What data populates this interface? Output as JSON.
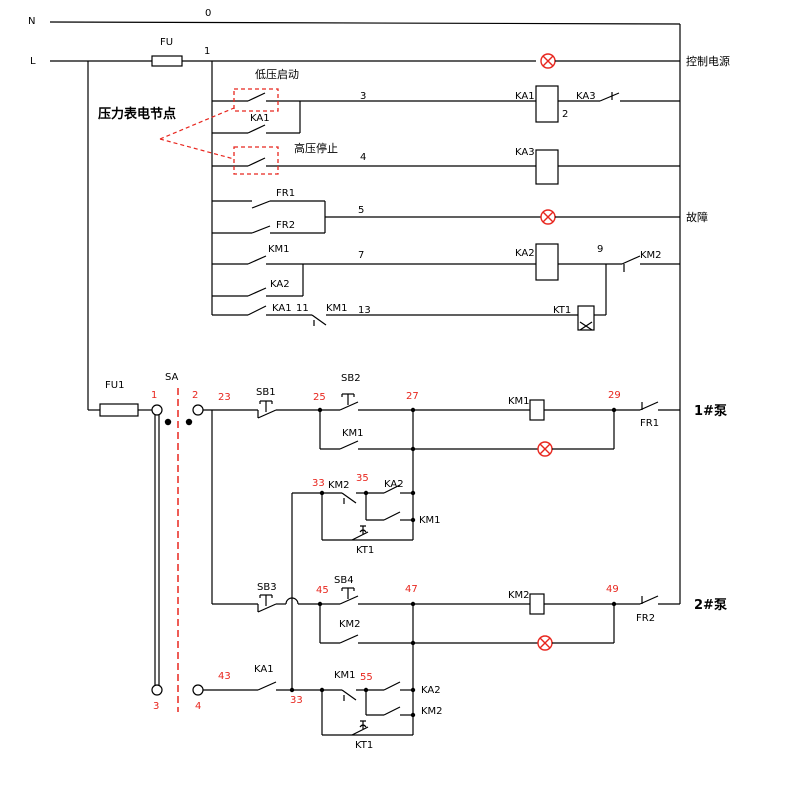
{
  "colors": {
    "wire": "#000000",
    "accent": "#e8261e",
    "background": "#ffffff"
  },
  "rails": {
    "neutral": "N",
    "line": "L",
    "neutral_num": "0",
    "fuse": "FU",
    "line_num": "1"
  },
  "control": {
    "power_lamp_label": "控制电源",
    "gauge_contact_label": "压力表电节点",
    "low_start_label": "低压启动",
    "high_stop_label": "高压停止",
    "fault_label": "故障",
    "r3": {
      "wire": "3",
      "contact": "KA1",
      "coil": "KA1",
      "contact2": "KA3",
      "pin": "2"
    },
    "r4": {
      "wire": "4",
      "coil": "KA3"
    },
    "r5": {
      "fr1": "FR1",
      "fr2": "FR2",
      "wire": "5"
    },
    "r7": {
      "contact": "KM1",
      "contact2": "KA2",
      "wire": "7",
      "coil": "KA2",
      "node": "9",
      "nc": "KM2"
    },
    "r13": {
      "contact": "KA1",
      "n11": "11",
      "nc": "KM1",
      "wire": "13",
      "coil": "KT1"
    }
  },
  "power": {
    "fuse": "FU1",
    "switch": "SA",
    "p1": "1",
    "p2": "2",
    "p3": "3",
    "p4": "4",
    "n23": "23",
    "sb1": "SB1",
    "n25": "25",
    "sb2": "SB2",
    "n27": "27",
    "km1_coil": "KM1",
    "n29": "29",
    "fr1": "FR1",
    "pump1": "1#泵",
    "km1_hold": "KM1",
    "n33a": "33",
    "km2_a": "KM2",
    "n35": "35",
    "ka2_a": "KA2",
    "km1_a": "KM1",
    "kt1_a": "KT1",
    "sb3": "SB3",
    "n45": "45",
    "sb4": "SB4",
    "n47": "47",
    "km2_coil": "KM2",
    "n49": "49",
    "fr2": "FR2",
    "pump2": "2#泵",
    "km2_hold": "KM2",
    "n43": "43",
    "ka1": "KA1",
    "n33b": "33",
    "km1_b": "KM1",
    "n55": "55",
    "ka2_b": "KA2",
    "km2_b": "KM2",
    "kt1_b": "KT1"
  }
}
